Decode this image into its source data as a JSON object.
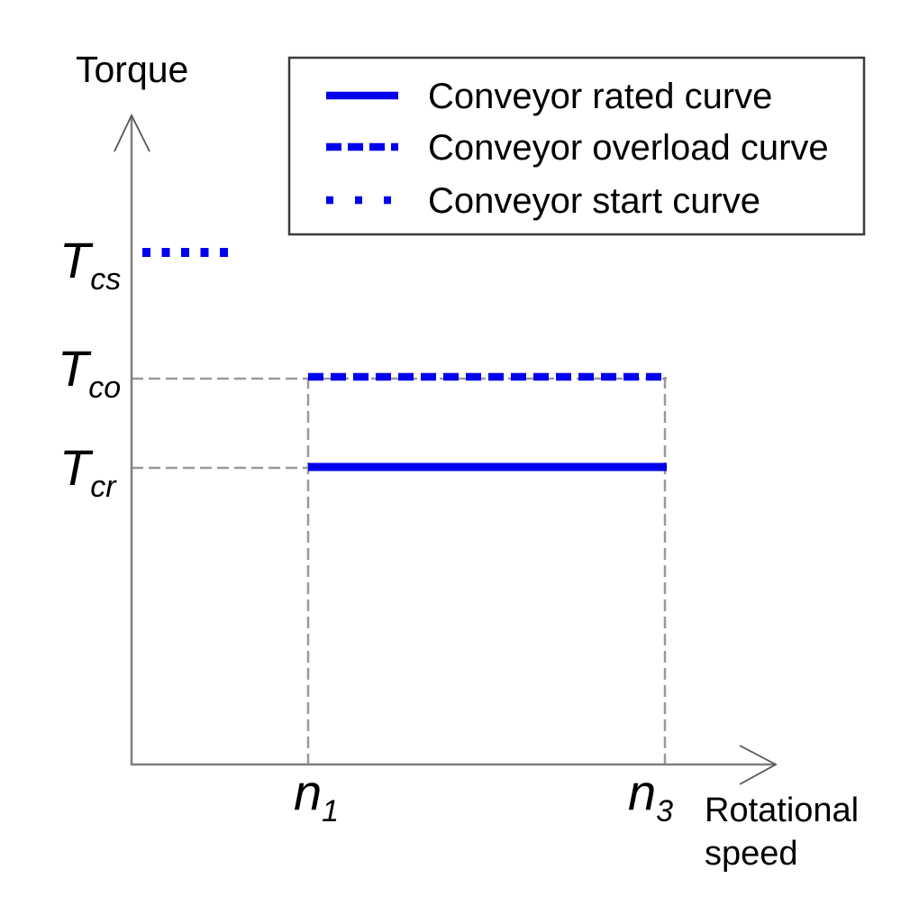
{
  "chart_data": {
    "type": "line",
    "title": "",
    "xlabel": "Rotational speed",
    "ylabel": "Torque",
    "x_ticks": [
      "n1",
      "n3"
    ],
    "y_ticks": [
      "Tcs",
      "Tco",
      "Tcr"
    ],
    "y_tick_order": "Tcs highest, then Tco, then Tcr (top to bottom on axis)",
    "axes_qualitative": true,
    "grid": false,
    "legend_position": "top-right",
    "series": [
      {
        "name": "Conveyor rated curve",
        "line_style": "solid",
        "color": "#0000ee",
        "description": "Horizontal line at torque level Tcr spanning speeds n1 to n3",
        "points": [
          [
            "n1",
            "Tcr"
          ],
          [
            "n3",
            "Tcr"
          ]
        ]
      },
      {
        "name": "Conveyor overload curve",
        "line_style": "dashed",
        "color": "#0000ee",
        "description": "Horizontal line at torque level Tco spanning speeds n1 to n3",
        "points": [
          [
            "n1",
            "Tco"
          ],
          [
            "n3",
            "Tco"
          ]
        ]
      },
      {
        "name": "Conveyor start curve",
        "line_style": "dotted",
        "color": "#0000ee",
        "description": "Short horizontal segment at torque level Tcs at low speed, left of n1",
        "points": [
          [
            "~0",
            "Tcs"
          ],
          [
            "<n1",
            "Tcs"
          ]
        ]
      }
    ],
    "guides": "Dashed gray reference lines: horizontal at Tco and Tcr from y-axis to n3; vertical at n1 and n3 from curves down to x-axis"
  },
  "axes": {
    "y_title": "Torque",
    "x_title_line1": "Rotational",
    "x_title_line2": "speed"
  },
  "ticks": {
    "y": [
      {
        "base": "T",
        "sub": "cs"
      },
      {
        "base": "T",
        "sub": "co"
      },
      {
        "base": "T",
        "sub": "cr"
      }
    ],
    "x": [
      {
        "base": "n",
        "sub": "1"
      },
      {
        "base": "n",
        "sub": "3"
      }
    ]
  },
  "legend": {
    "items": [
      {
        "label": "Conveyor rated curve",
        "style": "solid"
      },
      {
        "label": "Conveyor overload curve",
        "style": "dashed"
      },
      {
        "label": "Conveyor start curve",
        "style": "dotted"
      }
    ]
  },
  "colors": {
    "curve_blue": "#0000ee",
    "axis_gray": "#7f7f7f",
    "guide_gray": "#999999",
    "legend_border": "#3c3c3c",
    "text": "#000000"
  }
}
